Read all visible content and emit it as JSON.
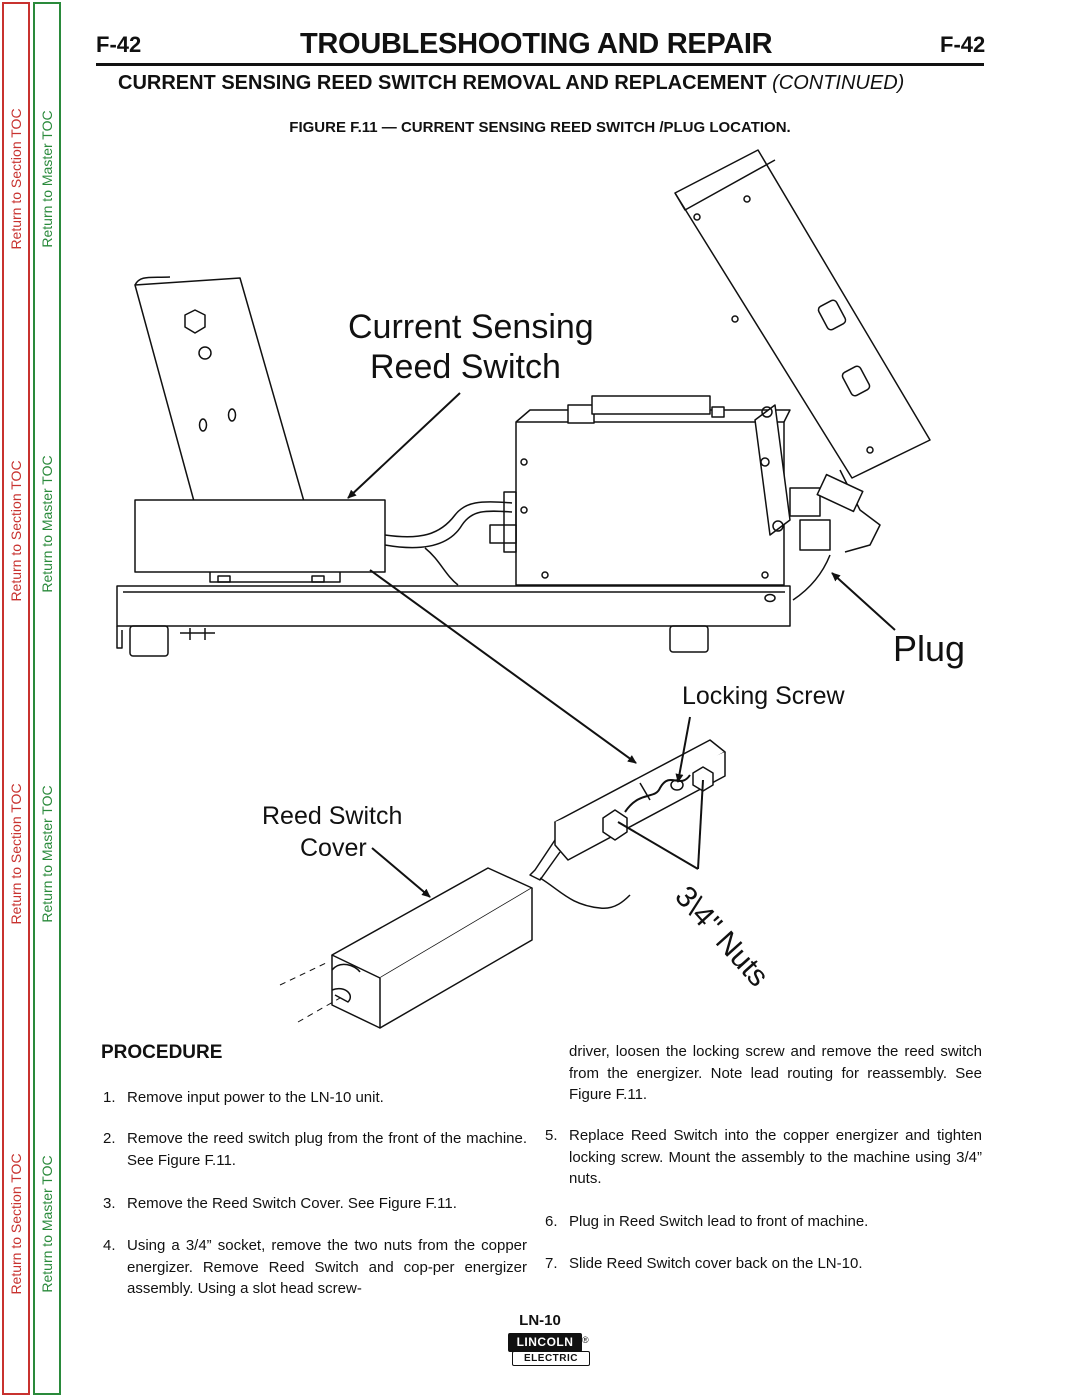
{
  "side_nav": {
    "section_label": "Return to Section TOC",
    "master_label": "Return to Master TOC"
  },
  "header": {
    "page_code_left": "F-42",
    "title": "TROUBLESHOOTING AND REPAIR",
    "page_code_right": "F-42"
  },
  "section_title": {
    "main": "CURRENT SENSING REED SWITCH REMOVAL AND REPLACEMENT",
    "continued": "(CONTINUED)"
  },
  "figure": {
    "caption": "FIGURE  F.11 — CURRENT SENSING REED SWITCH /PLUG LOCATION.",
    "label_current_sensing": "Current Sensing",
    "label_reed_switch": "Reed Switch",
    "label_plug": "Plug",
    "label_locking_screw": "Locking Screw",
    "label_cover_1": "Reed Switch",
    "label_cover_2": "Cover",
    "label_nuts": "3\\4\" Nuts"
  },
  "procedure": {
    "heading": "PROCEDURE",
    "steps": [
      {
        "num": "1.",
        "text": "Remove input power to the LN-10 unit."
      },
      {
        "num": "2.",
        "text": "Remove  the reed switch plug from the front of the machine.  See Figure F.11."
      },
      {
        "num": "3.",
        "text": "Remove the Reed Switch Cover.  See Figure F.11."
      },
      {
        "num": "4.",
        "text": "Using a 3/4” socket, remove the two nuts from the copper energizer.  Remove Reed Switch and cop-per energizer assembly.  Using a slot head screw-"
      },
      {
        "num": "",
        "text": "driver, loosen the locking screw and remove the reed switch from the energizer.  Note lead routing for reassembly.  See Figure F.11."
      },
      {
        "num": "5.",
        "text": "Replace Reed Switch into the copper energizer and tighten locking screw.  Mount the assembly to the machine using 3/4” nuts."
      },
      {
        "num": "6.",
        "text": "Plug in Reed Switch lead to front of machine."
      },
      {
        "num": "7.",
        "text": "Slide Reed Switch cover back on the LN-10."
      }
    ]
  },
  "footer": {
    "model": "LN-10",
    "logo_top": "LINCOLN",
    "logo_reg": "®",
    "logo_bottom": "ELECTRIC"
  },
  "colors": {
    "section_toc": "#c8322f",
    "master_toc": "#2a8a3b"
  }
}
